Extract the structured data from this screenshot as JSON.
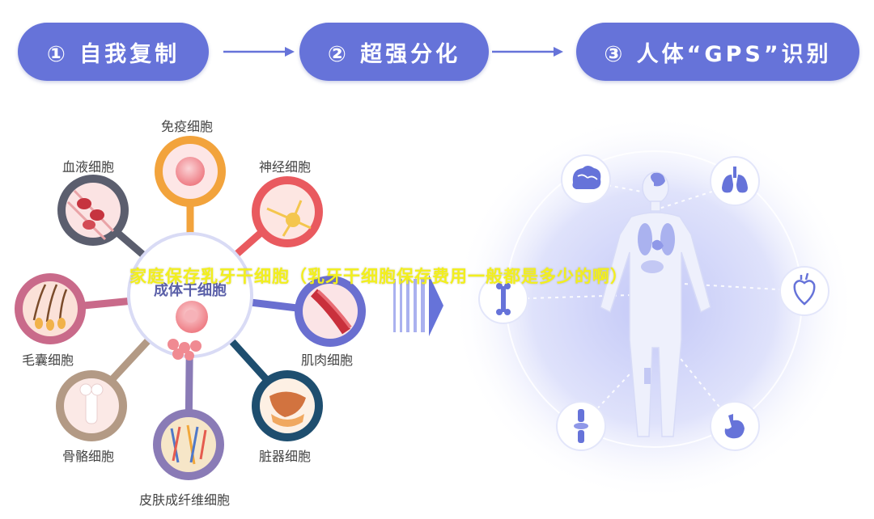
{
  "steps": [
    {
      "label": "① 自我复制"
    },
    {
      "label": "② 超强分化"
    },
    {
      "label": "③ 人体“GPS”识别"
    }
  ],
  "center": {
    "label": "成体干细胞"
  },
  "cells": [
    {
      "label": "免疫细胞",
      "color": "#f2a33c"
    },
    {
      "label": "神经细胞",
      "color": "#e95a5f"
    },
    {
      "label": "肌肉细胞",
      "color": "#6a6fd0"
    },
    {
      "label": "脏器细胞",
      "color": "#1e4e6f"
    },
    {
      "label": "皮肤成纤维细胞",
      "color": "#8a7bb6"
    },
    {
      "label": "骨骼细胞",
      "color": "#b39a85"
    },
    {
      "label": "毛囊细胞",
      "color": "#c96a8a"
    },
    {
      "label": "血液细胞",
      "color": "#5b5e6e"
    }
  ],
  "organs": [
    {
      "icon": "brain-icon"
    },
    {
      "icon": "lungs-icon"
    },
    {
      "icon": "heart-icon"
    },
    {
      "icon": "stomach-icon"
    },
    {
      "icon": "joint-icon"
    },
    {
      "icon": "bone-icon"
    }
  ],
  "caption": "家庭保存乳牙干细胞（乳牙干细胞保存费用一般都是多少的啊）",
  "colors": {
    "accent": "#6673d9",
    "caption": "#f2ef1d"
  }
}
